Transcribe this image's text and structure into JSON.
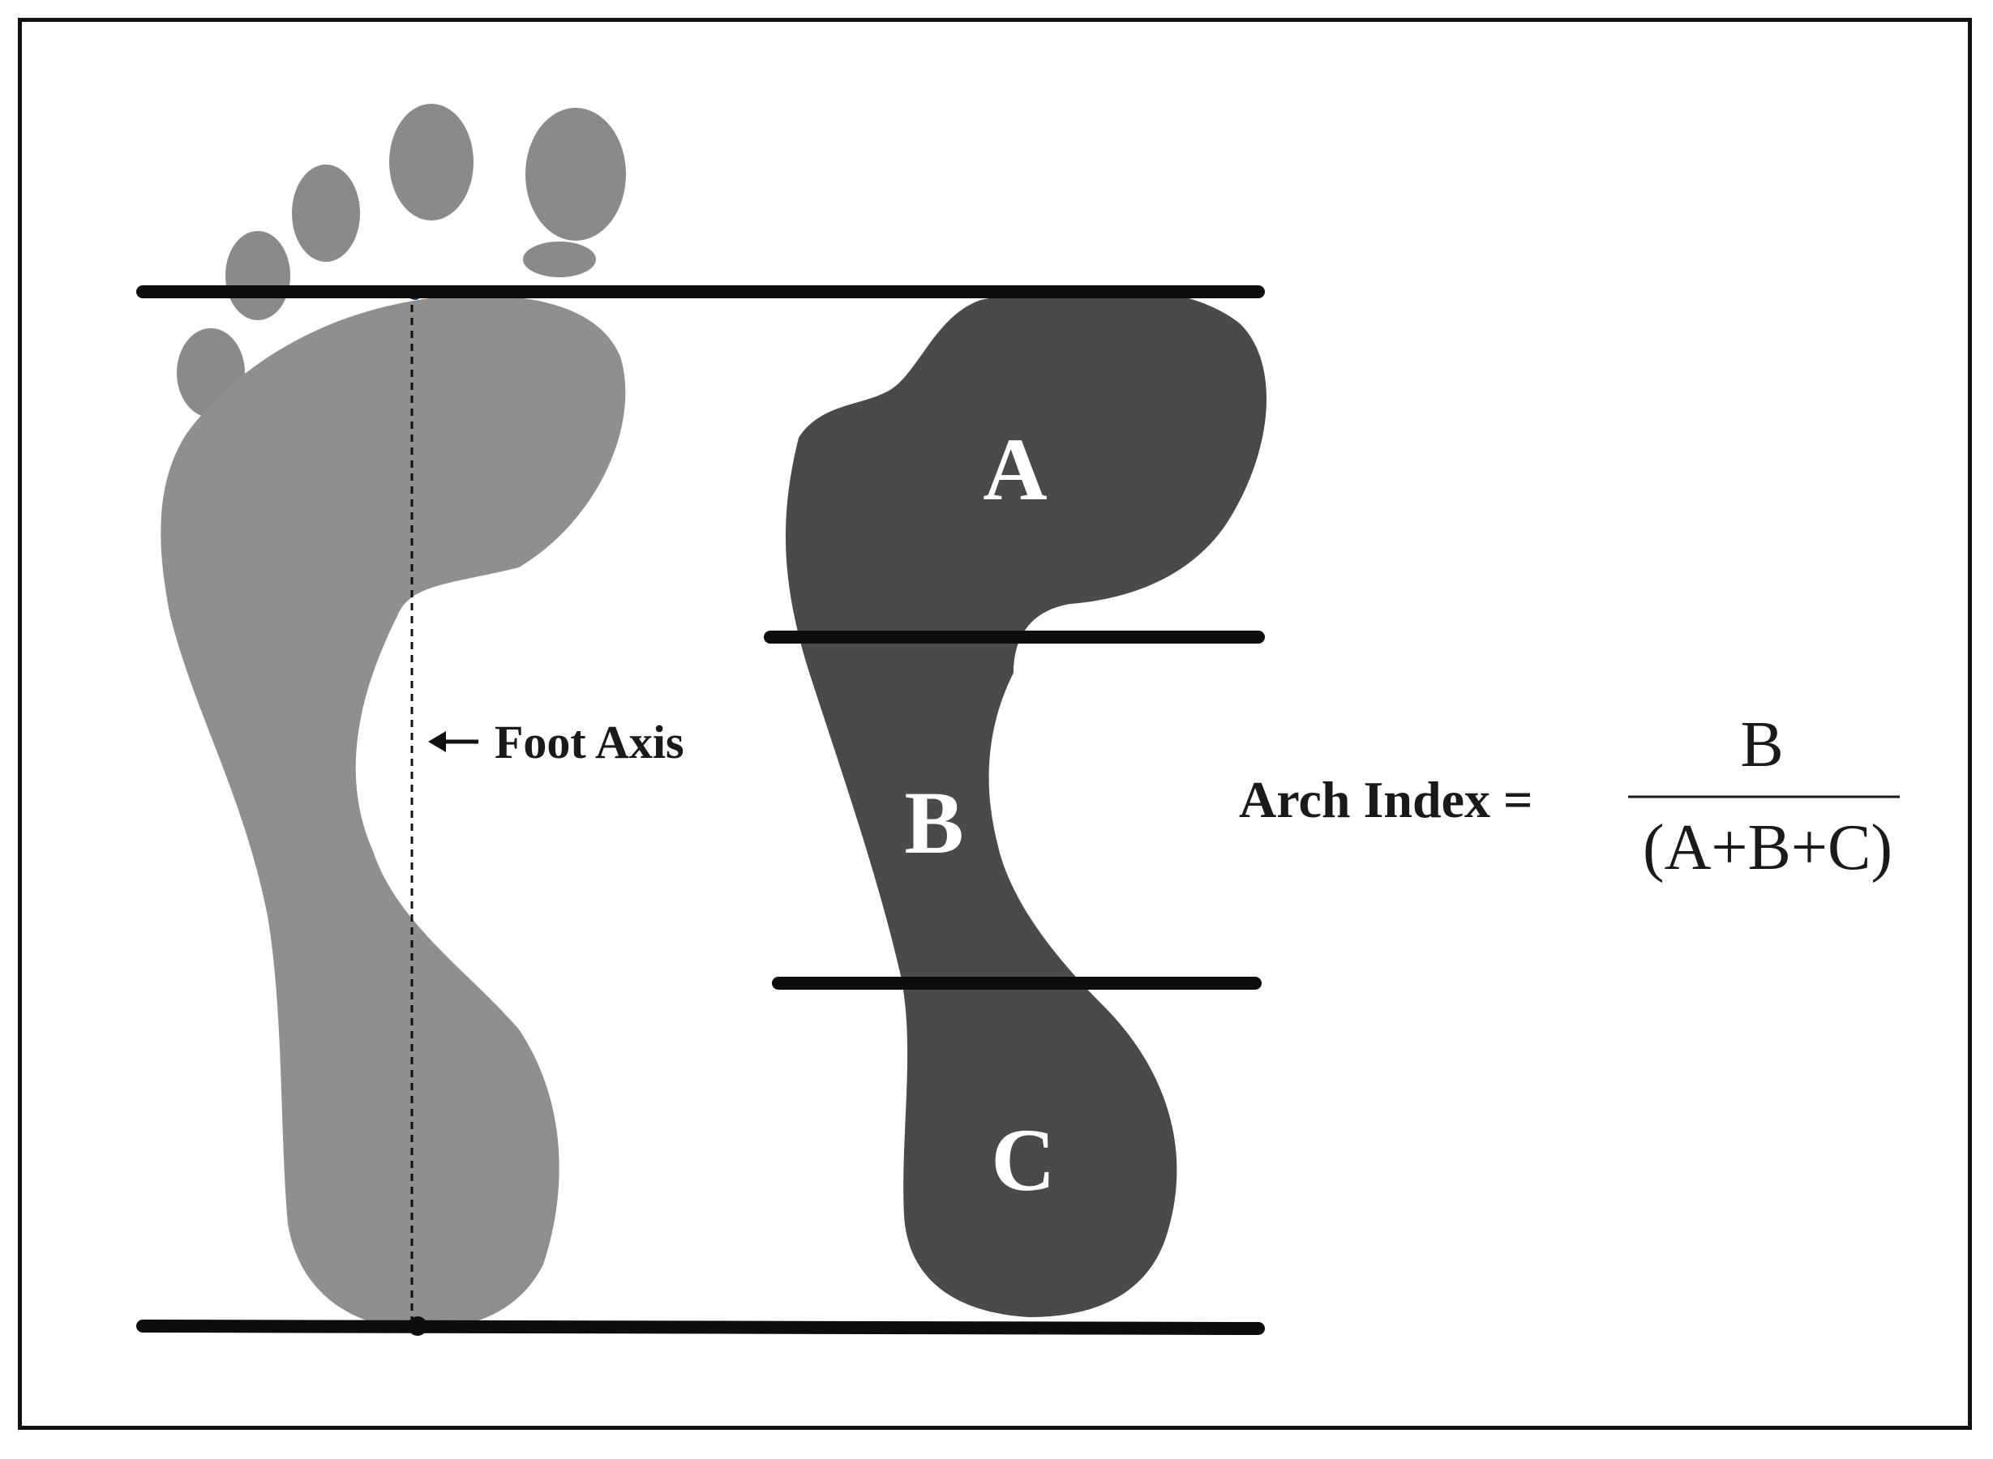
{
  "labels": {
    "segment_a": "A",
    "segment_b": "B",
    "segment_c": "C",
    "foot_axis": "Foot Axis"
  },
  "formula": {
    "lhs": "Arch Index =",
    "numerator": "B",
    "denominator": "(A+B+C)"
  },
  "colors": {
    "footprint": "#8f8f8f",
    "footprint_shadow": "#7e7e7e",
    "outline_shape": "#4a4a4a",
    "lines": "#0d0d0d",
    "frame": "#111111",
    "segment_text": "#ffffff",
    "text": "#1a1a1a"
  }
}
